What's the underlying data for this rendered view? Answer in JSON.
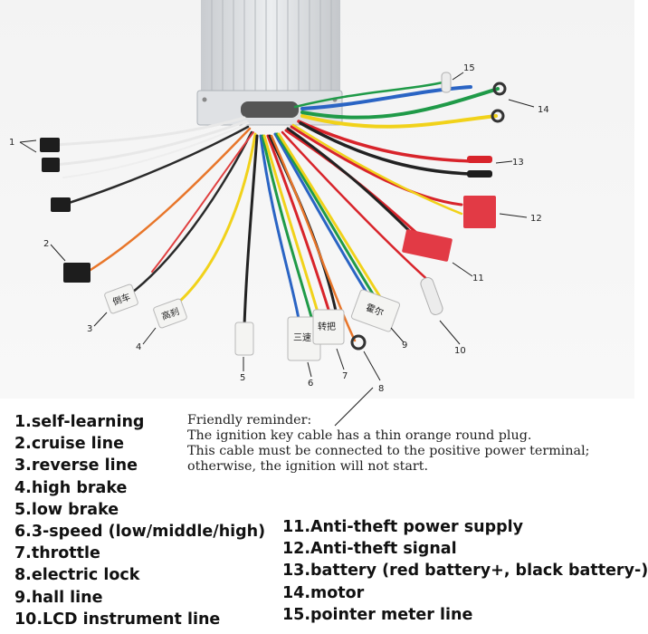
{
  "callout_numbers": [
    "1",
    "2",
    "3",
    "4",
    "5",
    "6",
    "7",
    "8",
    "9",
    "10",
    "11",
    "12",
    "13",
    "14",
    "15"
  ],
  "connector_labels": {
    "c3": "倒车",
    "c4": "高刹",
    "c6": "三速",
    "c7": "转把",
    "c9": "霍尔"
  },
  "reminder": {
    "title": "Friendly reminder:",
    "lines": [
      "The ignition key cable has a thin orange round plug.",
      "This cable must be connected to the positive power terminal;",
      "otherwise, the ignition will not start."
    ]
  },
  "legend_left": [
    "1.self-learning",
    "2.cruise line",
    "3.reverse line",
    "4.high brake",
    "5.low brake",
    "6.3-speed (low/middle/high)",
    "7.throttle",
    "8.electric lock",
    "9.hall line",
    "10.LCD instrument line"
  ],
  "legend_right": [
    "11.Anti-theft power supply",
    "12.Anti-theft signal",
    "13.battery (red battery+, black battery-)",
    "14.motor",
    "15.pointer meter line"
  ],
  "colors": {
    "controller_body": "#d9dcdf",
    "wire_red": "#d8242b",
    "wire_black": "#1e1e1e",
    "wire_green": "#1f9a48",
    "wire_yellow": "#f1d21a",
    "wire_blue": "#2a64c4",
    "wire_orange": "#e8762a",
    "connector_red": "#e23a45"
  }
}
